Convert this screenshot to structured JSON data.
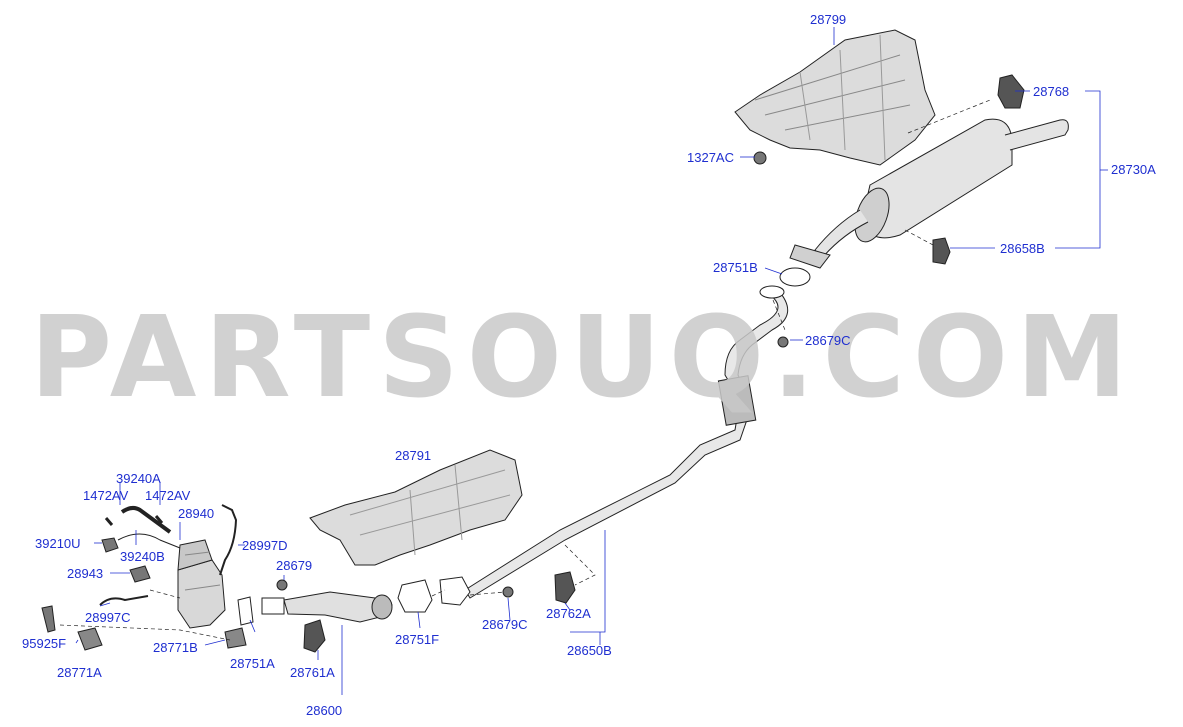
{
  "watermark": "PARTSOUQ.COM",
  "colors": {
    "label": "#1f2fd0",
    "line": "#222222",
    "part_fill": "#d9d9d9",
    "watermark": "#c9c9c9"
  },
  "labels": {
    "p28799": "28799",
    "p28768": "28768",
    "p1327AC": "1327AC",
    "p28730A": "28730A",
    "p28658B": "28658B",
    "p28751B": "28751B",
    "p28679C_top": "28679C",
    "p28791": "28791",
    "p39240A": "39240A",
    "p1472AV_left": "1472AV",
    "p1472AV_right": "1472AV",
    "p28940": "28940",
    "p39210U": "39210U",
    "p39240B": "39240B",
    "p28997D": "28997D",
    "p28943": "28943",
    "p28679": "28679",
    "p28997C": "28997C",
    "p95925F": "95925F",
    "p28771B": "28771B",
    "p28751A": "28751A",
    "p28771A": "28771A",
    "p28761A": "28761A",
    "p28600": "28600",
    "p28751F": "28751F",
    "p28679C_bottom": "28679C",
    "p28762A": "28762A",
    "p28650B": "28650B"
  }
}
